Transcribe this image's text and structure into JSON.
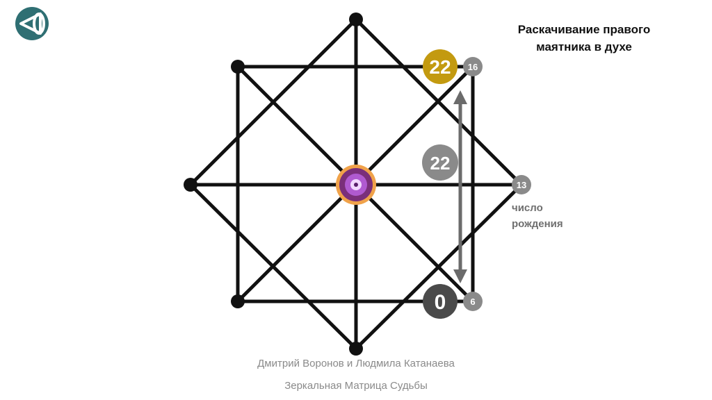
{
  "title": [
    "Раскачивание правого",
    "маятника в духе"
  ],
  "birth_label": [
    "число",
    "рождения"
  ],
  "footer": {
    "authors": "Дмитрий Воронов и Людмила Катанаева",
    "project": "Зеркальная Матрица Судьбы"
  },
  "badges": {
    "top_right": "22",
    "top_right_small": "16",
    "middle": "22",
    "right_small": "13",
    "bottom_right": "0",
    "bottom_right_small": "6"
  },
  "colors": {
    "line": "#111111",
    "gold": "#c39a10",
    "grey": "#8a8a8a",
    "dark": "#4a4a4a",
    "arrow": "#6b6b6b",
    "logo": "#2f6f73"
  }
}
